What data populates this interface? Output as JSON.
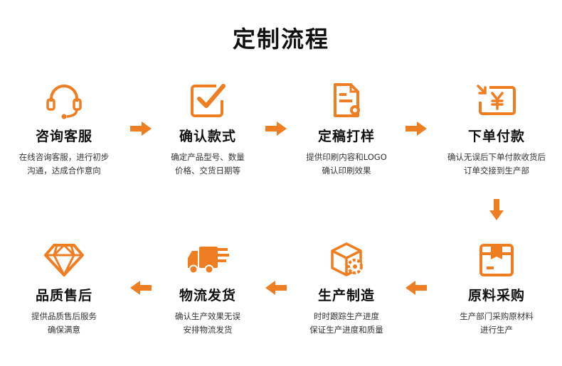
{
  "title": "定制流程",
  "accent": "#EF7D22",
  "steps": [
    {
      "name": "咨询客服",
      "icon": "headset-icon",
      "desc": [
        "在线咨询客服，进行初步",
        "沟通，达成合作意向"
      ]
    },
    {
      "name": "确认款式",
      "icon": "checkbox-icon",
      "desc": [
        "确定产品型号、数量",
        "价格、交货日期等"
      ]
    },
    {
      "name": "定稿打样",
      "icon": "document-icon",
      "desc": [
        "提供印刷内容和LOGO",
        "确认印刷效果"
      ]
    },
    {
      "name": "下单付款",
      "icon": "yuan-payment-icon",
      "desc": [
        "确认无误后下单付款收货后",
        "订单交接到生产部"
      ]
    },
    {
      "name": "原料采购",
      "icon": "package-box-icon",
      "desc": [
        "生产部门采购原材料",
        "进行生产"
      ]
    },
    {
      "name": "生产制造",
      "icon": "cube-gear-icon",
      "desc": [
        "时时跟踪生产进度",
        "保证生产进度和质量"
      ]
    },
    {
      "name": "物流发货",
      "icon": "delivery-truck-icon",
      "desc": [
        "确认生产效果无误",
        "安排物流发货"
      ]
    },
    {
      "name": "品质售后",
      "icon": "diamond-icon",
      "desc": [
        "提供品质售后服务",
        "确保满意"
      ]
    }
  ]
}
